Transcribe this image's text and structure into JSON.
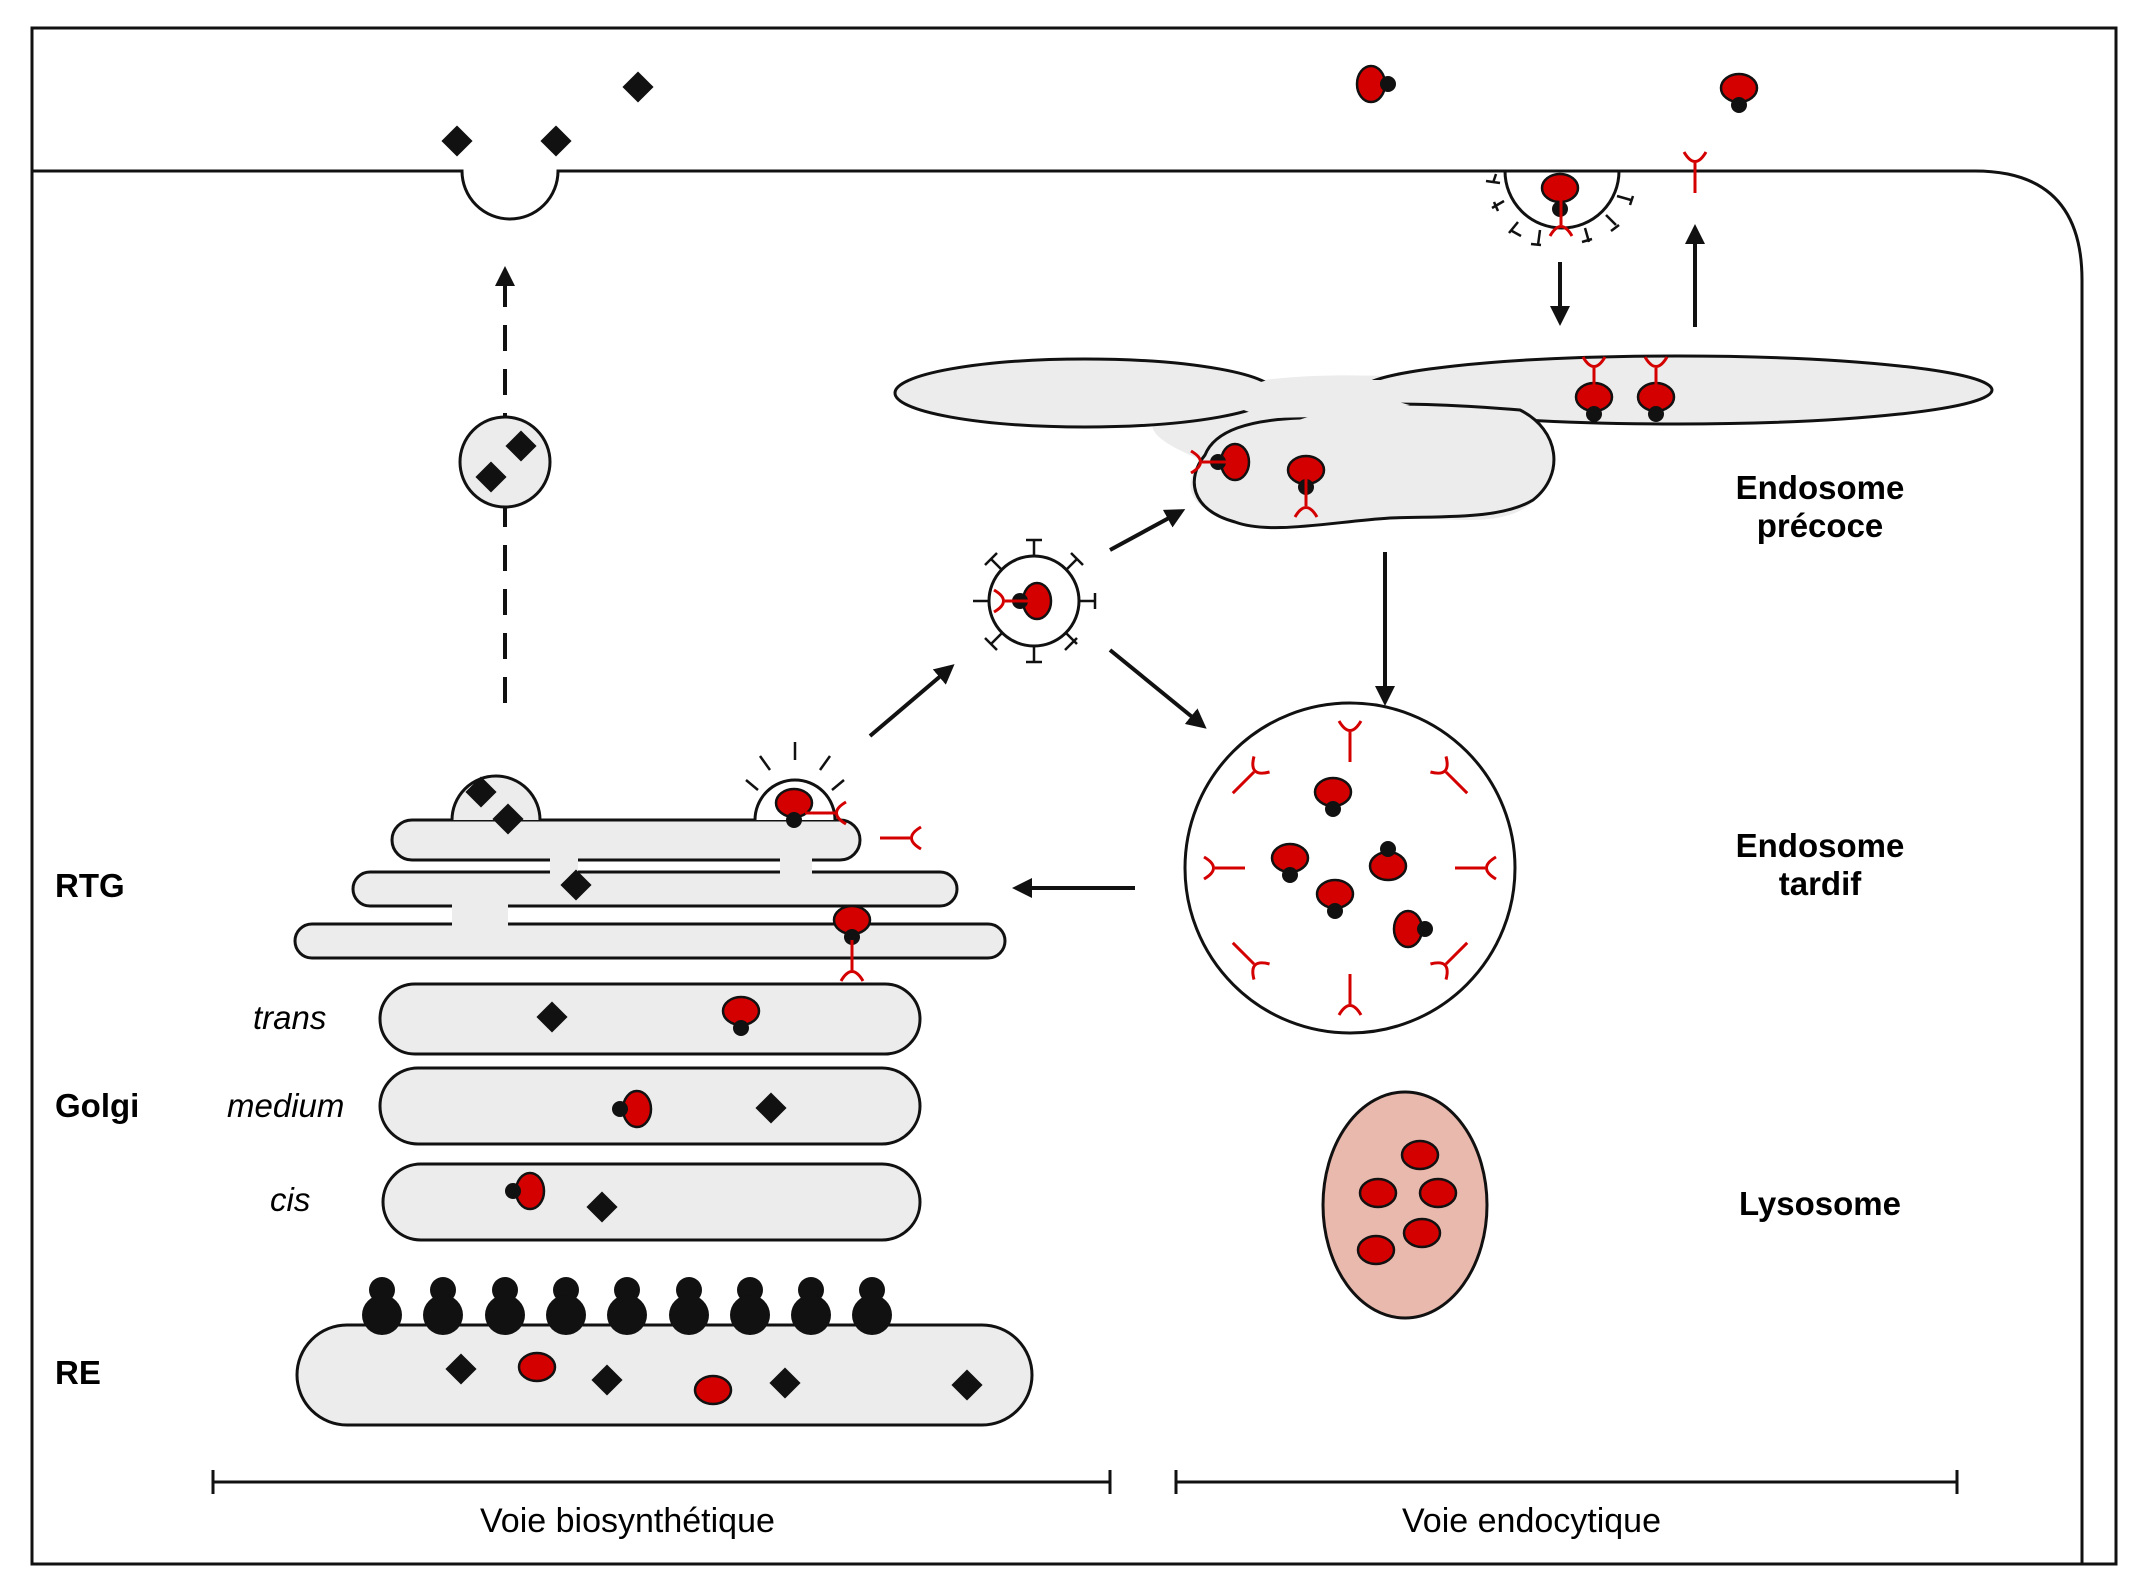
{
  "labels": {
    "rtg": "RTG",
    "golgi": "Golgi",
    "re": "RE",
    "trans": "trans",
    "medium": "medium",
    "cis": "cis",
    "early_endosome_line1": "Endosome",
    "early_endosome_line2": "précoce",
    "late_endosome_line1": "Endosome",
    "late_endosome_line2": "tardif",
    "lysosome": "Lysosome",
    "biosynthetic_pathway": "Voie biosynthétique",
    "endocytic_pathway": "Voie endocytique"
  },
  "colors": {
    "enzyme_red": "#d40000",
    "lysosome_fill": "#e9b9ad",
    "organelle_fill": "#ececec",
    "outline": "#111111"
  }
}
